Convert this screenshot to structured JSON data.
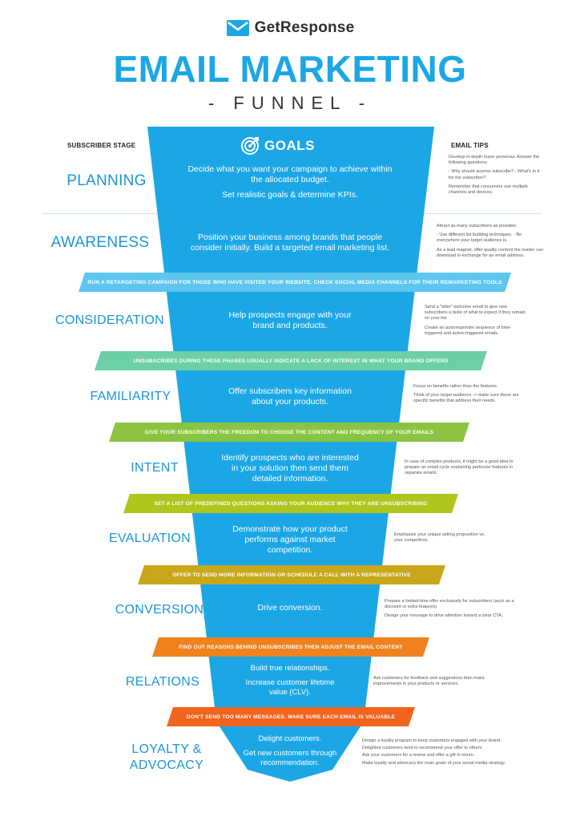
{
  "brand": {
    "name": "GetResponse",
    "accent": "#1ba7e6"
  },
  "title": "EMAIL MARKETING",
  "subtitle": "- FUNNEL -",
  "columns": {
    "stage": "SUBSCRIBER STAGE",
    "tips": "EMAIL TIPS"
  },
  "goals_label": "GOALS",
  "stages": [
    {
      "name": "PLANNING",
      "desc": [
        "Decide what you want your campaign to achieve within the allocated budget.",
        "Set realistic goals & determine KPIs."
      ],
      "tips": [
        "Develop in-depth buyer personas. Answer the following questions:",
        "- Why should anyone subscribe? - What's in it for the subscriber?",
        "Remember that consumers use multiple channels and devices."
      ]
    },
    {
      "name": "AWARENESS",
      "desc": [
        "Position your business among brands that people consider initially. Build a targeted email marketing list."
      ],
      "tips": [
        "Attract as many subscribers as possible:",
        "- Use different list building techniques. - Be everywhere your target audience is.",
        "As a lead magnet, offer quality content the reader can download in exchange for an email address."
      ]
    },
    {
      "name": "CONSIDERATION",
      "desc": [
        "Help prospects engage with your brand and products."
      ],
      "tips": [
        "Send a \"killer\" welcome email to give new subscribers a taste of what to expect if they remain on your list.",
        "Create an autoresponder sequence of time-triggered and action-triggered emails."
      ]
    },
    {
      "name": "FAMILIARITY",
      "desc": [
        "Offer subscribers key information about your products."
      ],
      "tips": [
        "Focus on benefits rather than the features.",
        "Think of your target audience -> make sure these are specific benefits that address their needs."
      ]
    },
    {
      "name": "INTENT",
      "desc": [
        "Identify prospects who are interested in your solution then send them detailed information."
      ],
      "tips": [
        "In case of complex products, it might be a good idea to prepare an email cycle explaining particular features in separate emails."
      ]
    },
    {
      "name": "EVALUATION",
      "desc": [
        "Demonstrate how your product performs against market competition."
      ],
      "tips": [
        "Emphasize your unique selling proposition vs. your competitors."
      ]
    },
    {
      "name": "CONVERSION",
      "desc": [
        "Drive conversion."
      ],
      "tips": [
        "Prepare a limited-time offer exclusively for subscribers (such as a discount or extra features).",
        "Design your message to drive attention toward a clear CTA."
      ]
    },
    {
      "name": "RELATIONS",
      "desc": [
        "Build true relationships.",
        "Increase customer lifetime value (CLV)."
      ],
      "tips": [
        "Ask customers for feedback and suggestions then make improvements in your products or services."
      ]
    },
    {
      "name": "LOYALTY & ADVOCACY",
      "desc": [
        "Delight customers.",
        "Get new customers through recommendation."
      ],
      "tips": [
        "Design a loyalty program to keep customers engaged with your brand.",
        "Delighted customers tend to recommend your offer to others.",
        "Ask your customers for a review and offer a gift in return.",
        "Make loyalty and advocacy the main goals of your social media strategy."
      ]
    }
  ],
  "bands": [
    {
      "text": "RUN A RETARGETING CAMPAIGN FOR THOSE WHO HAVE VISITED YOUR WEBSITE. CHECK SOCIAL MEDIA CHANNELS FOR THEIR REMARKETING TOOLS",
      "color": "#5cc6ee"
    },
    {
      "text": "UNSUBSCRIBES DURING THESE PHASES USUALLY INDICATE A LACK OF INTEREST IN WHAT YOUR BRAND OFFERS",
      "color": "#6ccfa5"
    },
    {
      "text": "GIVE YOUR SUBSCRIBERS THE FREEDOM TO CHOOSE THE CONTENT AND FREQUENCY OF YOUR EMAILS",
      "color": "#8bc443"
    },
    {
      "text": "SET A LIST OF PREDEFINED QUESTIONS ASKING YOUR AUDIENCE WHY THEY ARE UNSUBSCRIBING",
      "color": "#afc51e"
    },
    {
      "text": "OFFER TO SEND MORE INFORMATION OR SCHEDULE A CALL WITH A REPRESENTATIVE",
      "color": "#c9a71a"
    },
    {
      "text": "FIND OUT REASONS BEHIND UNSUBSCRIBES THEN ADJUST THE EMAIL CONTENT",
      "color": "#f0821e"
    },
    {
      "text": "DON'T SEND TOO MANY MESSAGES. MAKE SURE EACH EMAIL IS VALUABLE",
      "color": "#f2631d"
    }
  ],
  "funnel_color": "#1ba7e6"
}
